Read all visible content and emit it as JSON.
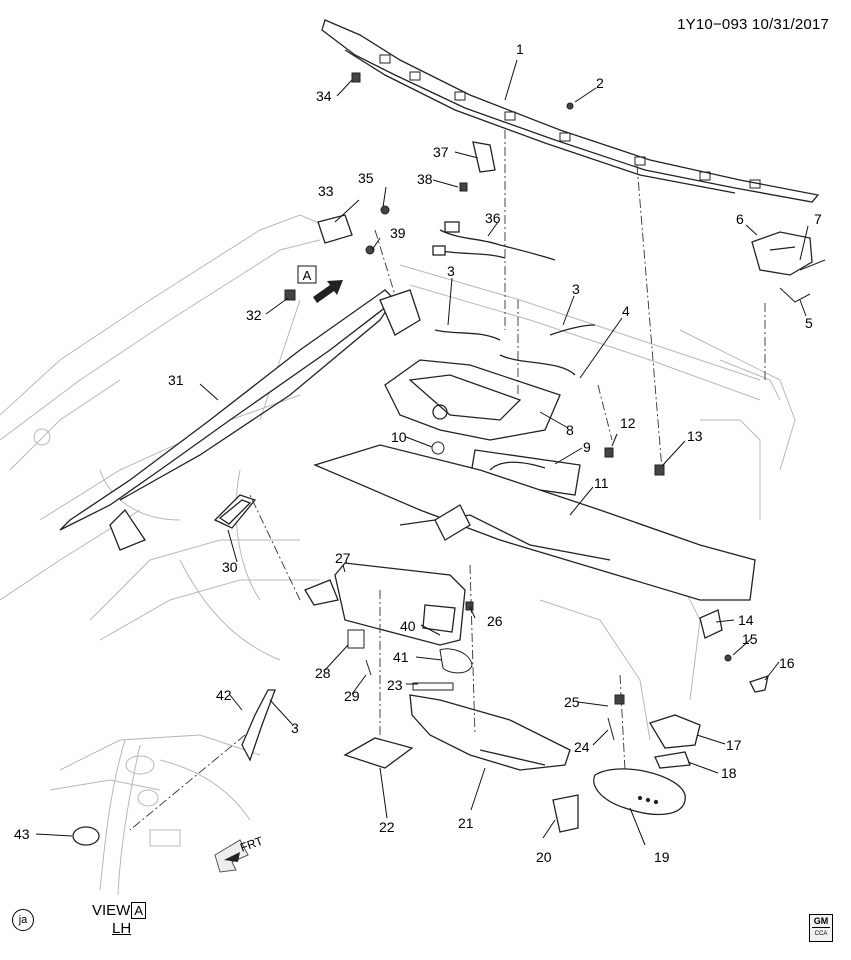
{
  "header": {
    "doc_id": "1Y10−093",
    "date": "10/31/2017"
  },
  "view_label": {
    "prefix": "VIEW",
    "letter": "A",
    "side": "LH"
  },
  "view_marker": {
    "letter": "A"
  },
  "fwd_label": "FRT",
  "corner_badge": "ja",
  "brand_badge": {
    "top": "GM",
    "bottom": "CCA"
  },
  "callouts": [
    "1",
    "2",
    "3",
    "3",
    "3",
    "4",
    "5",
    "6",
    "7",
    "8",
    "9",
    "10",
    "11",
    "12",
    "13",
    "14",
    "15",
    "16",
    "17",
    "18",
    "19",
    "20",
    "21",
    "22",
    "23",
    "24",
    "25",
    "26",
    "27",
    "28",
    "29",
    "30",
    "31",
    "32",
    "33",
    "34",
    "35",
    "36",
    "37",
    "38",
    "39",
    "40",
    "41",
    "42",
    "43"
  ]
}
